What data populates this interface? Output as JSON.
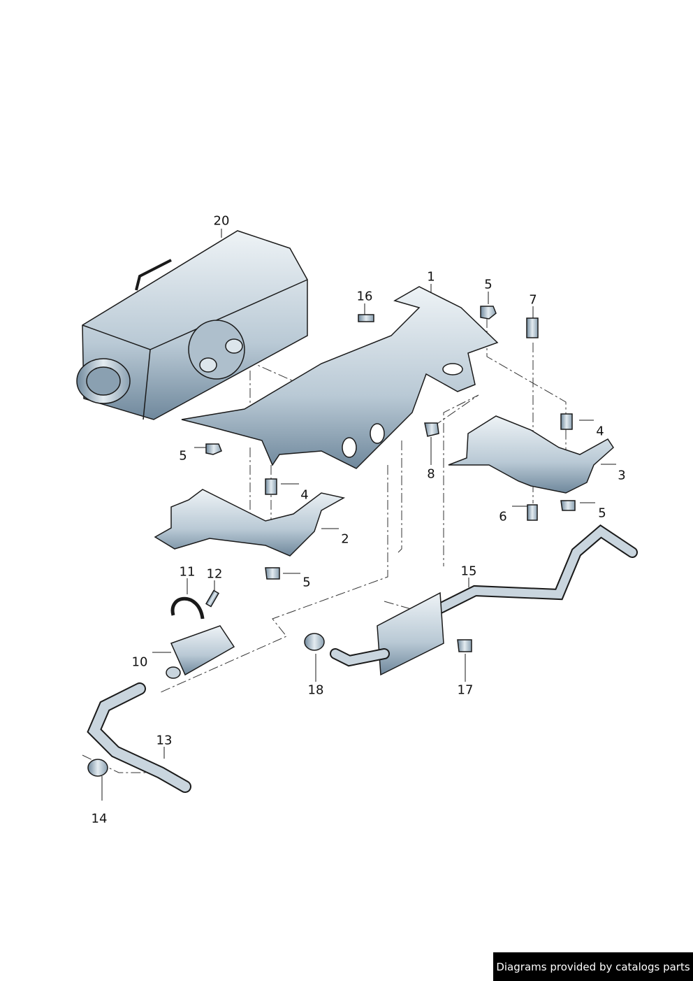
{
  "callouts": {
    "c20": "20",
    "c1": "1",
    "c16": "16",
    "c5a": "5",
    "c7": "7",
    "c4a": "4",
    "c3": "3",
    "c5b": "5",
    "c8": "8",
    "c4b": "4",
    "c2": "2",
    "c6": "6",
    "c5c": "5",
    "c5d": "5",
    "c11": "11",
    "c12": "12",
    "c15": "15",
    "c10": "10",
    "c18": "18",
    "c17": "17",
    "c13": "13",
    "c14": "14"
  },
  "footer": {
    "text": "Diagrams provided by catalogs parts"
  },
  "colors": {
    "part_fill": "#c9d5de",
    "part_shade": "#7f96a8",
    "outline": "#1a1a1a",
    "footer_bg": "#000000"
  }
}
